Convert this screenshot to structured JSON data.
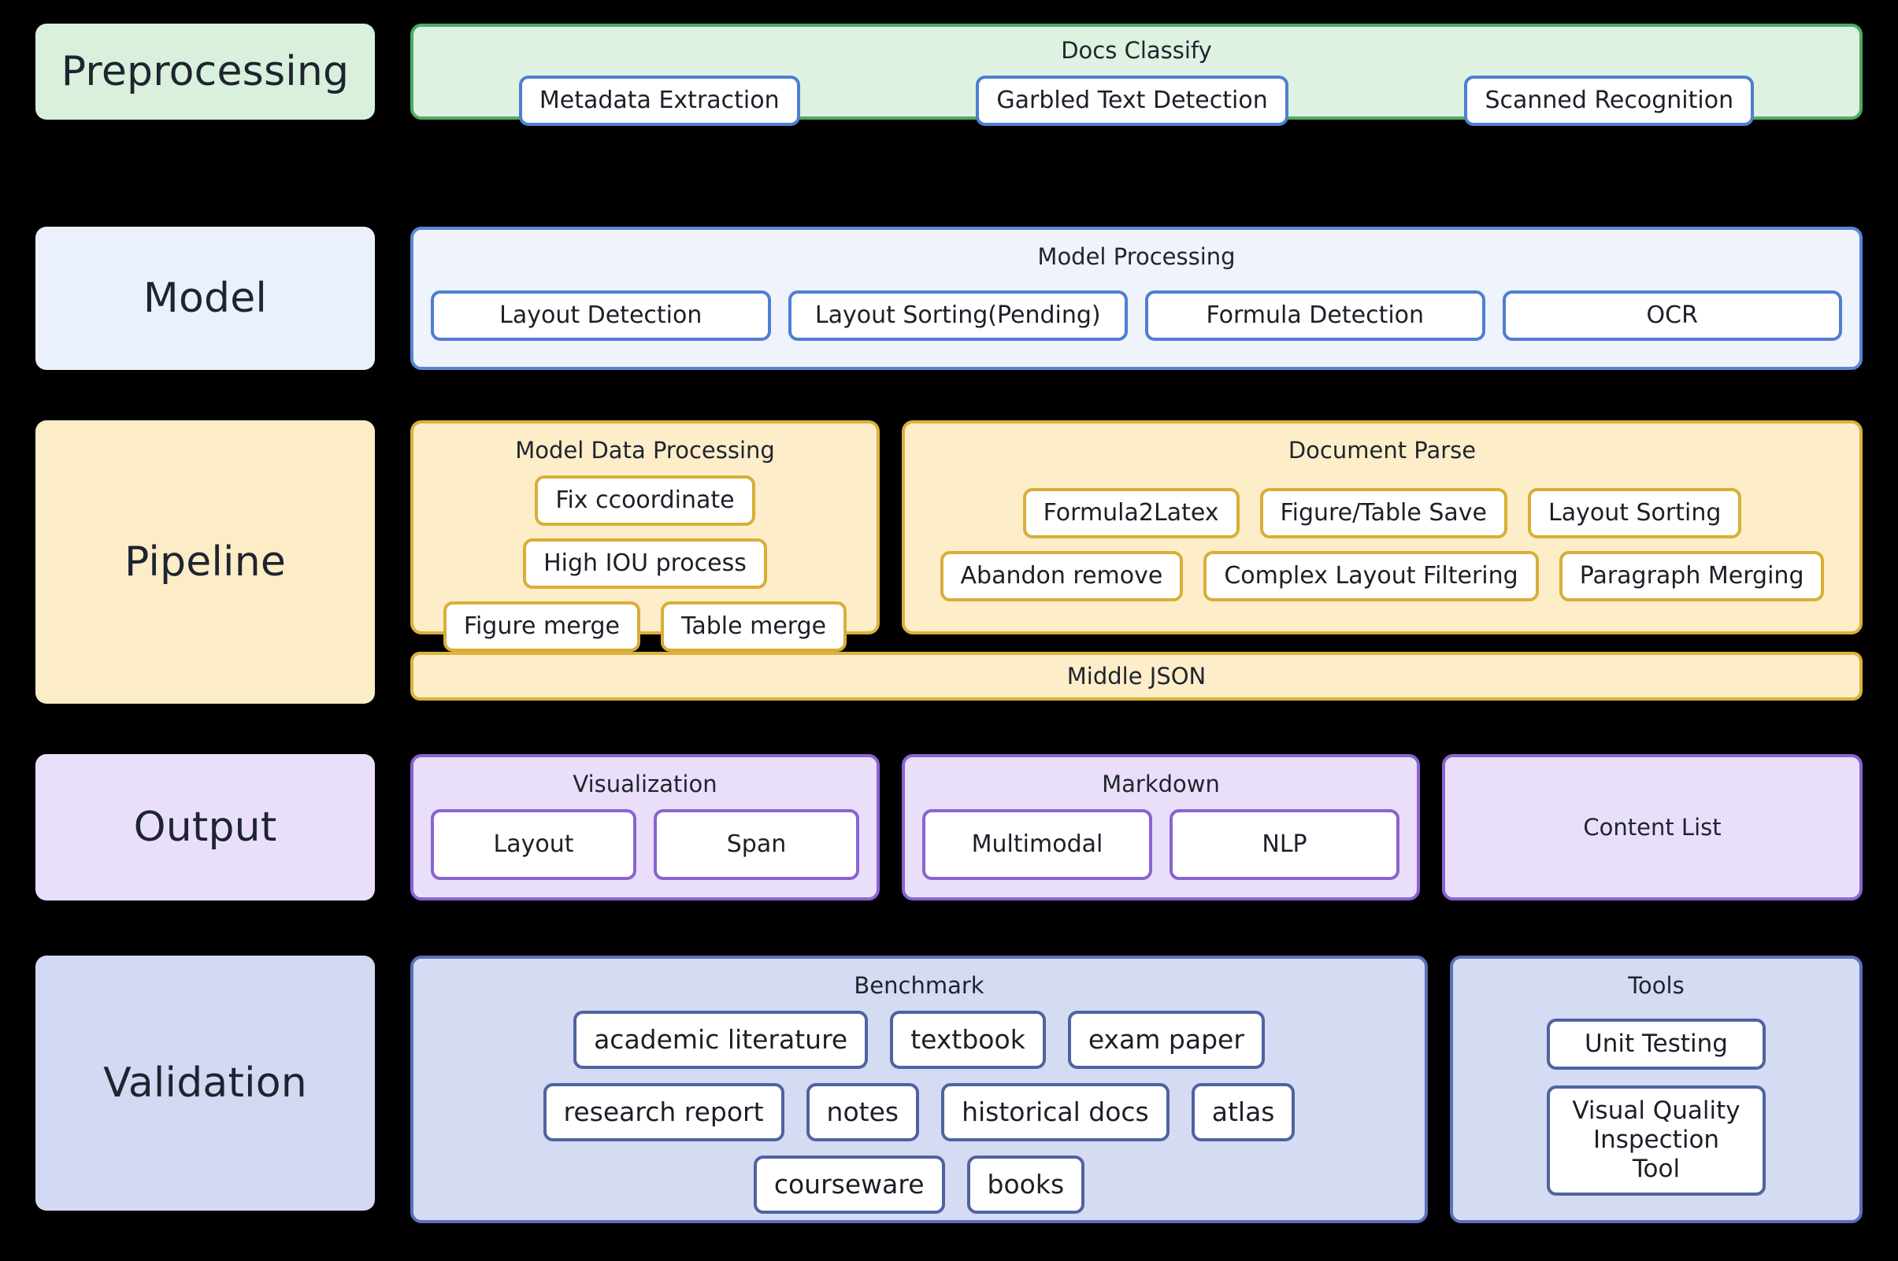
{
  "colors": {
    "background": "#000000",
    "preprocessing_fill": "#d8f0dc",
    "preprocessing_border": "#4faa64",
    "model_fill": "#eaf1fd",
    "model_border": "#5a86d8",
    "pipeline_fill": "#fcedc6",
    "pipeline_border": "#dcb13c",
    "output_fill": "#e9dffb",
    "output_border": "#8a63d2",
    "validation_fill": "#d3d9f2",
    "validation_border": "#5c6fba",
    "chip_fill": "#ffffff",
    "text": "#1b1f27"
  },
  "rows": {
    "preprocessing": {
      "label": "Preprocessing",
      "group": {
        "title": "Docs Classify",
        "chips": [
          "Metadata Extraction",
          "Garbled Text Detection",
          "Scanned Recognition"
        ]
      }
    },
    "model": {
      "label": "Model",
      "group": {
        "title": "Model Processing",
        "chips": [
          "Layout Detection",
          "Layout Sorting(Pending)",
          "Formula Detection",
          "OCR"
        ]
      }
    },
    "pipeline": {
      "label": "Pipeline",
      "model_data_processing": {
        "title": "Model Data Processing",
        "chips": [
          "Fix ccoordinate",
          "High IOU process",
          "Figure merge",
          "Table merge"
        ]
      },
      "document_parse": {
        "title": "Document Parse",
        "chips": [
          "Formula2Latex",
          "Figure/Table Save",
          "Layout Sorting",
          "Abandon remove",
          "Complex Layout Filtering",
          "Paragraph Merging"
        ]
      },
      "middle_json": "Middle JSON"
    },
    "output": {
      "label": "Output",
      "visualization": {
        "title": "Visualization",
        "chips": [
          "Layout",
          "Span"
        ]
      },
      "markdown": {
        "title": "Markdown",
        "chips": [
          "Multimodal",
          "NLP"
        ]
      },
      "content_list": "Content List"
    },
    "validation": {
      "label": "Validation",
      "benchmark": {
        "title": "Benchmark",
        "chips": [
          "academic literature",
          "textbook",
          "exam paper",
          "research report",
          "notes",
          "historical docs",
          "atlas",
          "courseware",
          "books"
        ]
      },
      "tools": {
        "title": "Tools",
        "chips": [
          "Unit Testing",
          "Visual Quality Inspection Tool"
        ]
      }
    }
  }
}
